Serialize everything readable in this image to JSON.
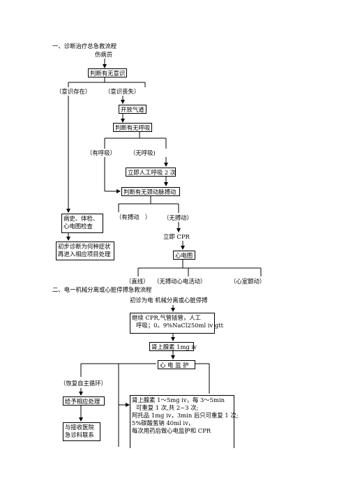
{
  "section1": {
    "heading": "一、诊断治疗总急救流程",
    "start": "伤病员",
    "judge_consciousness": "判断有无意识",
    "conscious": "（意识存在）",
    "unconscious": "（意识丧失）",
    "open_airway": "开放气道",
    "judge_breathing": "判断有无呼吸",
    "has_breathing": "（有呼吸）",
    "no_breathing": "（无呼吸)",
    "artificial_breath": "立即人工呼吸 2 次",
    "judge_pulse": "判断有无颈动脉搏动",
    "history_exam": [
      "病史、体检、",
      "心电图检查"
    ],
    "has_pulse": "（有搏动　）",
    "no_pulse": "（无搏动）",
    "initial_diagnosis": [
      "初步诊断为何种症状",
      "再进入相应项目处理"
    ],
    "cpr": "立即 CPR",
    "ecg": "心电图",
    "flatline": "（直线）",
    "no_pulse_electric": "（无搏动心电活动）",
    "vfib": "（心室颤动）"
  },
  "section2": {
    "heading": "二、电一机械分离或心脏停搏急救流程",
    "initial": "初诊为电 机械分离或心脏停搏",
    "continue_cpr": [
      "继续 CPR,气管插管，人工",
      "呼吸；0。9%NaCl250ml iv gtt"
    ],
    "epinephrine": "肾上腺素 1mg iv",
    "ecg_monitor": "心 电 监 护",
    "recovery": "（恢复自主循环）",
    "appropriate": "给予相应处理",
    "hospital": [
      "与接收医院",
      "急诊科联系"
    ],
    "repeat": [
      "肾上腺素 1～5mg iv，每 3～5min",
      "可重复 1 次,共 2~3 次;",
      "阿托品 1mg iv，3min 后只可重复 1 次;",
      "5%碳酸氢钠 40ml iv，",
      "每次用药后做心电监护和 CPR"
    ]
  }
}
